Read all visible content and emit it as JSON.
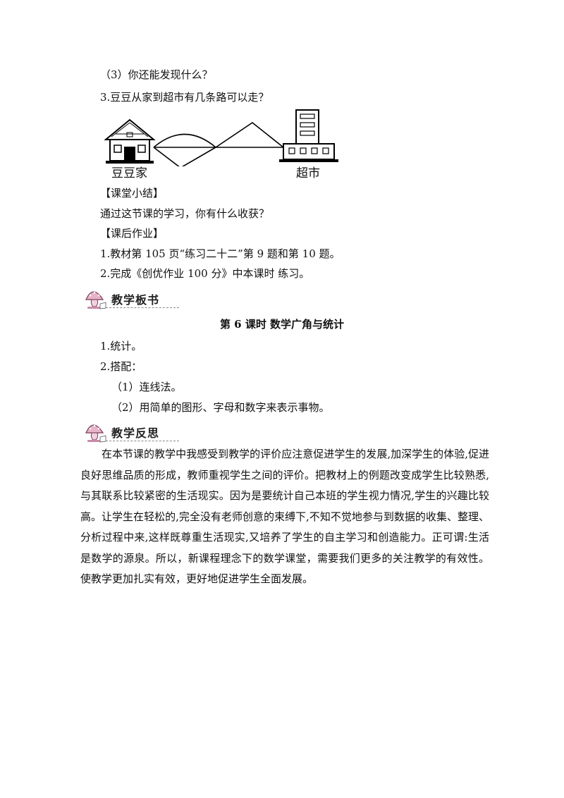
{
  "lines": {
    "q3": "（3）你还能发现什么？",
    "q_route": "3.豆豆从家到超市有几条路可以走？",
    "summary_heading": "【课堂小结】",
    "summary_text": "通过这节课的学习，你有什么收获？",
    "homework_heading": "【课后作业】",
    "homework_1": "1.教材第 105 页“练习二十二”第 9 题和第 10 题。",
    "homework_2": "2.完成《创优作业 100 分》中本课时  练习。"
  },
  "figure": {
    "home_label": "豆豆家",
    "market_label": "超市"
  },
  "board": {
    "banner": "教学板书",
    "title": "第 6 课时  数学广角与统计",
    "item1": "1.统计。",
    "item2": "2.搭配：",
    "item2a": "（1）连线法。",
    "item2b": "（2）用简单的图形、字母和数字来表示事物。"
  },
  "reflection": {
    "banner": "教学反思",
    "text": "在本节课的教学中我感受到教学的评价应注意促进学生的发展,加深学生的体验,促进良好思维品质的形成，教师重视学生之间的评价。把教材上的例题改变成学生比较熟悉,与其联系比较紧密的生活现实。因为是要统计自己本班的学生视力情况,学生的兴趣比较高。让学生在轻松的,完全没有老师创意的束缚下,不知不觉地参与到数据的收集、整理、分析过程中来,这样既尊重生活现实,又培养了学生的自主学习和创造能力。正可谓:生活是数学的源泉。所以，新课程理念下的数学课堂，需要我们更多的关注教学的有效性。使教学更加扎实有效，更好地促进学生全面发展。"
  }
}
